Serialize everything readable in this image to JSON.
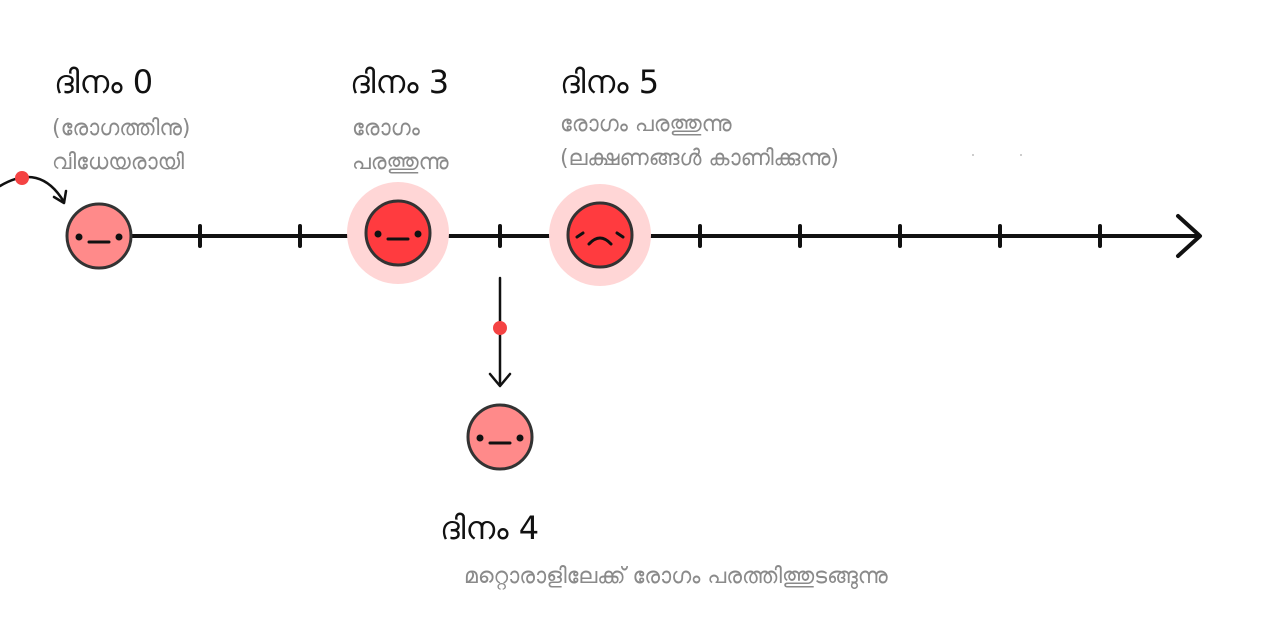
{
  "colors": {
    "line": "#111111",
    "face_light": "#ff8a8a",
    "face_dark": "#ff3b3f",
    "halo": "#ffd6d6",
    "dot": "#f44343",
    "label": "#8a8a8a"
  },
  "events": [
    {
      "day": "ദിനം 0",
      "desc": [
        "(രോഗത്തിനു)",
        "വിധേയരായി"
      ],
      "face": "neutral",
      "shade": "light",
      "halo": false
    },
    {
      "day": "ദിനം 3",
      "desc": [
        "രോഗം",
        "പരത്തുന്നു"
      ],
      "face": "neutral",
      "shade": "dark",
      "halo": true
    },
    {
      "day": "ദിനം 5",
      "desc": [
        "രോഗം പരത്തുന്നു",
        "(ലക്ഷണങ്ങൾ കാണിക്കുന്നു)"
      ],
      "face": "sad",
      "shade": "dark",
      "halo": true
    },
    {
      "day": "ദിനം 4",
      "desc": [
        "മറ്റൊരാളിലേക്ക് രോഗം പരത്തിത്തുടങ്ങുന്നു"
      ],
      "face": "neutral",
      "shade": "light",
      "halo": false
    }
  ]
}
